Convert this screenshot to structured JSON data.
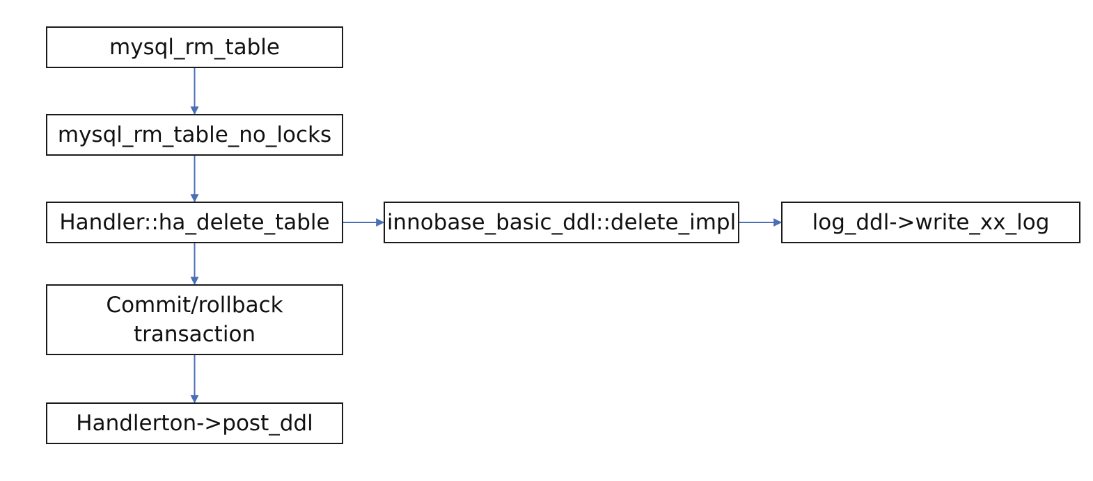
{
  "diagram": {
    "edge_color": "#4a6fb5",
    "nodes": {
      "mysql_rm_table": "mysql_rm_table",
      "mysql_rm_table_no_locks": "mysql_rm_table_no_locks",
      "ha_delete_table": "Handler::ha_delete_table",
      "commit_rollback": "Commit/rollback\ntransaction",
      "post_ddl": "Handlerton->post_ddl",
      "delete_impl": "innobase_basic_ddl::delete_impl",
      "write_log": "log_ddl->write_xx_log"
    },
    "edges": [
      {
        "from": "mysql_rm_table",
        "to": "mysql_rm_table_no_locks"
      },
      {
        "from": "mysql_rm_table_no_locks",
        "to": "ha_delete_table"
      },
      {
        "from": "ha_delete_table",
        "to": "commit_rollback"
      },
      {
        "from": "commit_rollback",
        "to": "post_ddl"
      },
      {
        "from": "ha_delete_table",
        "to": "delete_impl"
      },
      {
        "from": "delete_impl",
        "to": "write_log"
      }
    ]
  }
}
